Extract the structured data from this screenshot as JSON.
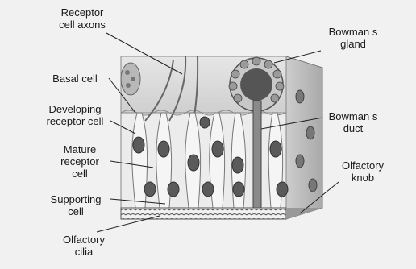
{
  "labels": {
    "receptor_axons": [
      "Receptor",
      "cell axons"
    ],
    "basal_cell": [
      "Basal cell"
    ],
    "developing": [
      "Developing",
      "receptor cell"
    ],
    "mature": [
      "Mature",
      "receptor",
      "cell"
    ],
    "supporting": [
      "Supporting",
      "cell"
    ],
    "cilia": [
      "Olfactory",
      "cilia"
    ],
    "gland": [
      "Bowman s",
      "gland"
    ],
    "duct": [
      "Bowman s",
      "duct"
    ],
    "knob": [
      "Olfactory",
      "knob"
    ]
  }
}
